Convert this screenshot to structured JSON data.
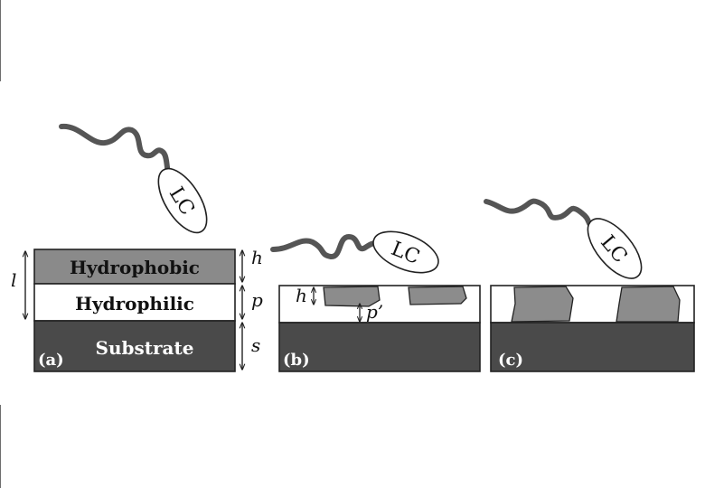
{
  "panels": {
    "a": {
      "label": "(a)",
      "layers": {
        "hydrophobic": "Hydrophobic",
        "hydrophilic": "Hydrophilic",
        "substrate": "Substrate"
      },
      "dims": {
        "h": "h",
        "p": "p",
        "s": "s",
        "l": "l"
      },
      "molecule": "LC"
    },
    "b": {
      "label": "(b)",
      "dims": {
        "h": "h",
        "p_prime": "p’"
      },
      "molecule": "LC"
    },
    "c": {
      "label": "(c)",
      "molecule": "LC"
    }
  },
  "colors": {
    "hydrophobic": "#8a8a8a",
    "substrate": "#4a4a4a",
    "island": "#8c8c8c",
    "chain": "#555555",
    "line": "#222222"
  }
}
